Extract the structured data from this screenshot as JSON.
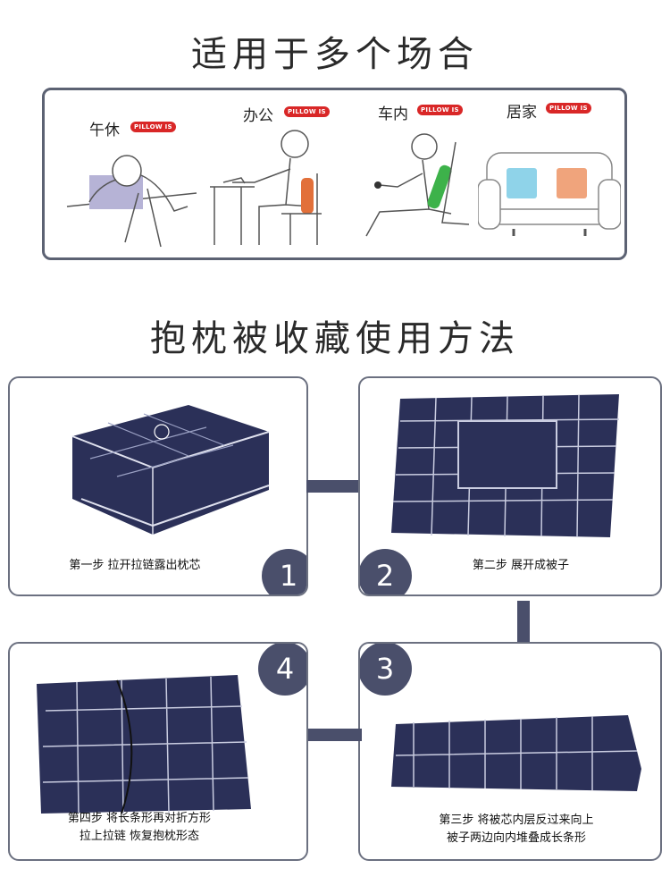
{
  "section1": {
    "title": "适用于多个场合"
  },
  "scenes": [
    {
      "label": "午休",
      "badge": "PILLOW IS"
    },
    {
      "label": "办公",
      "badge": "PILLOW IS"
    },
    {
      "label": "车内",
      "badge": "PILLOW IS"
    },
    {
      "label": "居家",
      "badge": "PILLOW IS"
    }
  ],
  "section2": {
    "title": "抱枕被收藏使用方法"
  },
  "steps": [
    {
      "number": "1",
      "caption": "第一步 拉开拉链露出枕芯"
    },
    {
      "number": "2",
      "caption": "第二步 展开成被子"
    },
    {
      "number": "3",
      "caption_line1": "第三步 将被芯内层反过来向上",
      "caption_line2": "被子两边向内堆叠成长条形"
    },
    {
      "number": "4",
      "caption_line1": "第四步 将长条形再对折方形",
      "caption_line2": "拉上拉链 恢复抱枕形态"
    }
  ],
  "colors": {
    "fabric": "#2b3058",
    "frame": "#5c6273",
    "badge": "#d92727",
    "step_circle": "#4a4f6b"
  }
}
